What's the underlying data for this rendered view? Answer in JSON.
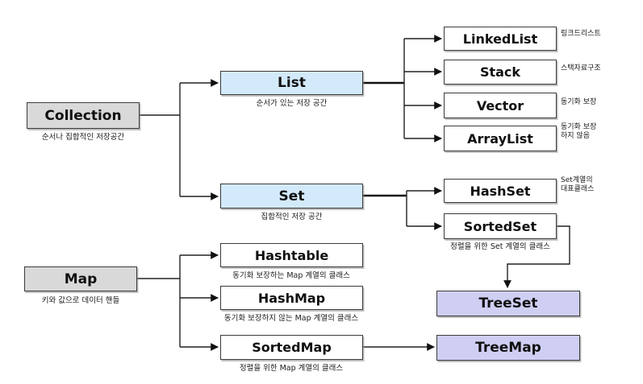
{
  "nodes": {
    "collection": {
      "label": "Collection",
      "caption": "순서나 집합적인 저장공간"
    },
    "list": {
      "label": "List",
      "caption": "순서가 있는 저장 공간"
    },
    "set": {
      "label": "Set",
      "caption": "집합적인 저장 공간"
    },
    "map": {
      "label": "Map",
      "caption": "키와 값으로 데이터 핸들"
    },
    "linkedlist": {
      "label": "LinkedList",
      "note": "링크드리스트"
    },
    "stack": {
      "label": "Stack",
      "note": "스택자료구조"
    },
    "vector": {
      "label": "Vector",
      "note": "동기화 보장"
    },
    "arraylist": {
      "label": "ArrayList",
      "note": "동기화 보장\n하지 않음"
    },
    "hashset": {
      "label": "HashSet",
      "note": "Set계열의\n대표클래스"
    },
    "sortedset": {
      "label": "SortedSet",
      "caption": "정렬을 위한 Set 계열의 클래스"
    },
    "hashtable": {
      "label": "Hashtable",
      "caption": "동기화 보장하는 Map 계열의 클래스"
    },
    "hashmap": {
      "label": "HashMap",
      "caption": "동기화 보장하지 않는 Map 계열의 클래스"
    },
    "sortedmap": {
      "label": "SortedMap",
      "caption": "정렬을 위한 Map 계열의 클래스"
    },
    "treeset": {
      "label": "TreeSet"
    },
    "treemap": {
      "label": "TreeMap"
    }
  },
  "edges": [
    {
      "from": "Collection",
      "to": "List"
    },
    {
      "from": "Collection",
      "to": "Set"
    },
    {
      "from": "List",
      "to": "LinkedList"
    },
    {
      "from": "List",
      "to": "Stack"
    },
    {
      "from": "List",
      "to": "Vector"
    },
    {
      "from": "List",
      "to": "ArrayList"
    },
    {
      "from": "Set",
      "to": "HashSet"
    },
    {
      "from": "Set",
      "to": "SortedSet"
    },
    {
      "from": "SortedSet",
      "to": "TreeSet"
    },
    {
      "from": "Map",
      "to": "Hashtable"
    },
    {
      "from": "Map",
      "to": "HashMap"
    },
    {
      "from": "Map",
      "to": "SortedMap"
    },
    {
      "from": "SortedMap",
      "to": "TreeMap"
    }
  ],
  "colors": {
    "root_fill": "#d9d9d9",
    "branch_fill": "#d3eafb",
    "leaf_fill": "#ffffff",
    "tree_fill": "#cfcff4",
    "line": "#1f1f1f"
  }
}
